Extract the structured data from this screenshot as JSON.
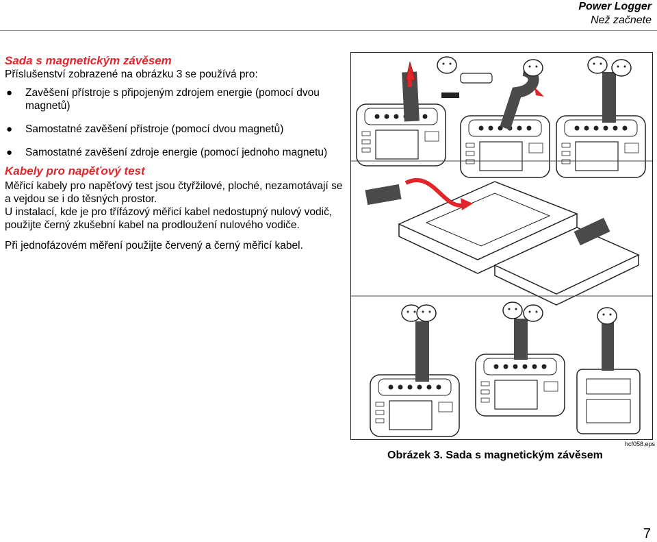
{
  "header": {
    "product": "Power Logger",
    "section": "Než začnete"
  },
  "magnet": {
    "heading": "Sada s magnetickým závěsem",
    "intro": "Příslušenství zobrazené na obrázku 3 se používá pro:",
    "bullets": [
      "Zavěšení přístroje s připojeným zdrojem energie (pomocí dvou magnetů)",
      "Samostatné zavěšení přístroje (pomocí dvou magnetů)",
      "Samostatné zavěšení zdroje energie (pomocí jednoho magnetu)"
    ]
  },
  "cables": {
    "heading": "Kabely pro napěťový test",
    "para1": "Měřicí kabely pro napěťový test jsou čtyřžilové, ploché, nezamotávají se a vejdou se i do těsných prostor.",
    "para2": "U instalací, kde je pro třífázový měřicí kabel nedostupný nulový vodič, použijte černý zkušební kabel na prodloužení nulového vodiče.",
    "para3": "Při jednofázovém měření použijte červený a černý měřicí kabel."
  },
  "figure": {
    "caption": "Obrázek 3. Sada s magnetickým závěsem",
    "file_id": "hcf058.eps",
    "arrow_color": "#e0262b",
    "strap_color": "#4a4a4a"
  },
  "page_number": "7"
}
